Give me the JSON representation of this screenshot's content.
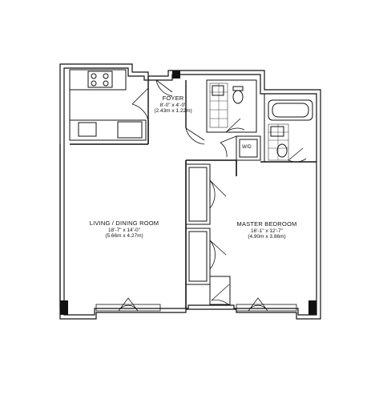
{
  "rooms": {
    "foyer": {
      "name": "FOYER",
      "dim": "8'-0\" x 4'-0\"",
      "metric": "(2.43m x 1.22m)"
    },
    "living": {
      "name": "LIVING / DINING ROOM",
      "dim": "18'-7\" x 14'-0\"",
      "metric": "(5.66m x 4.27m)"
    },
    "bedroom": {
      "name": "MASTER BEDROOM",
      "dim": "16'-1\" x 12'-7\"",
      "metric": "(4.90m x 3.86m)"
    }
  },
  "appliance": {
    "washer_dryer": "W/D"
  },
  "colors": {
    "wall": "#111111",
    "background": "#ffffff"
  }
}
